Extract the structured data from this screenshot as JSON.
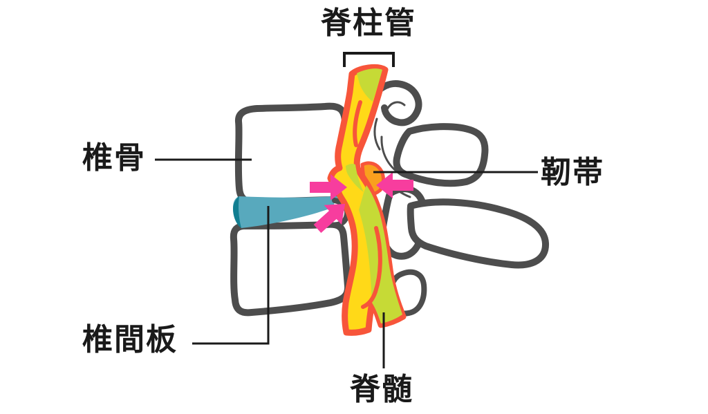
{
  "labels": {
    "spinal_canal": "脊柱管",
    "vertebra": "椎骨",
    "ligament": "靭帯",
    "intervertebral_disc": "椎間板",
    "spinal_cord": "脊髄"
  },
  "colors": {
    "bone_outline": "#4D4D4D",
    "bone_fill": "#FFFFFF",
    "cord_outline": "#F7553A",
    "cord_fill": "#FFD918",
    "cord_accent": "#C6DA36",
    "ligament": "#F9A01E",
    "disc": "#58A9BD",
    "disc_edge": "#117E91",
    "arrow": "#F73D9E",
    "leader_line": "#1A1A1A",
    "text": "#1A1A1A",
    "background": "#FFFFFF"
  }
}
